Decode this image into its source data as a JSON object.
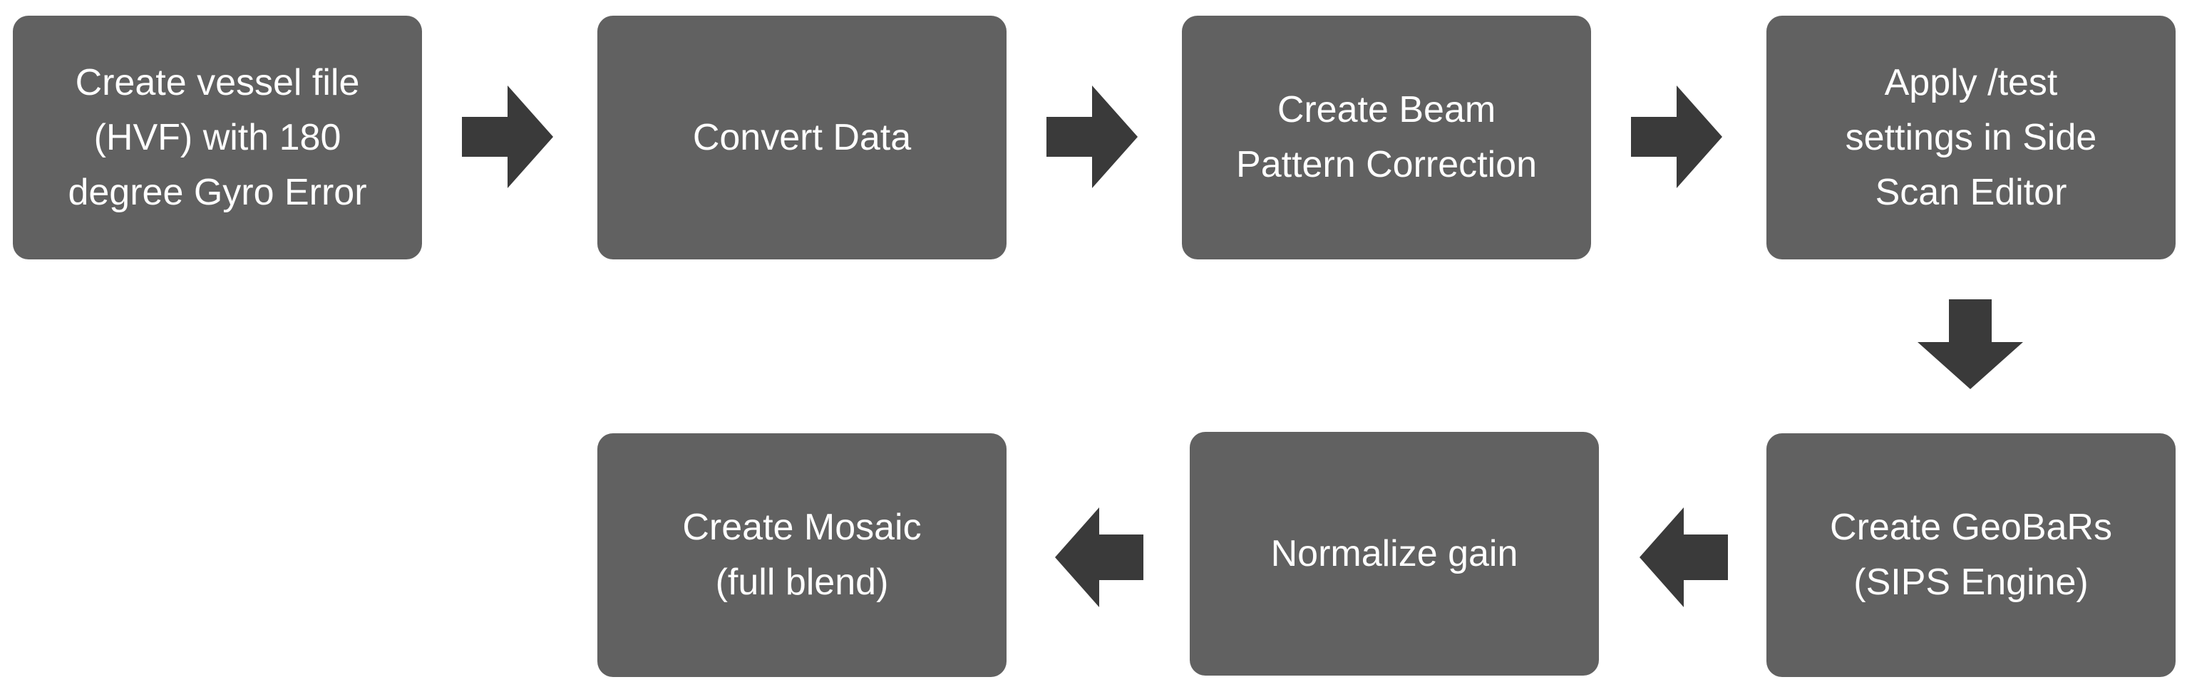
{
  "steps": [
    {
      "lines": [
        "Create vessel file",
        "(HVF) with 180",
        "degree Gyro Error"
      ]
    },
    {
      "lines": [
        "Convert Data"
      ]
    },
    {
      "lines": [
        "Create Beam",
        "Pattern Correction"
      ]
    },
    {
      "lines": [
        "Apply /test",
        "settings in Side",
        "Scan Editor"
      ]
    },
    {
      "lines": [
        "Create GeoBaRs",
        "(SIPS Engine)"
      ]
    },
    {
      "lines": [
        "Normalize gain"
      ]
    },
    {
      "lines": [
        "Create Mosaic",
        "(full blend)"
      ]
    }
  ],
  "colors": {
    "box_fill": "#616161",
    "box_text": "#ffffff",
    "arrow_fill": "#3a3a3a",
    "background": "#ffffff"
  },
  "icons": {
    "arrow_right": "arrow-right-icon",
    "arrow_down": "arrow-down-icon",
    "arrow_left": "arrow-left-icon"
  }
}
